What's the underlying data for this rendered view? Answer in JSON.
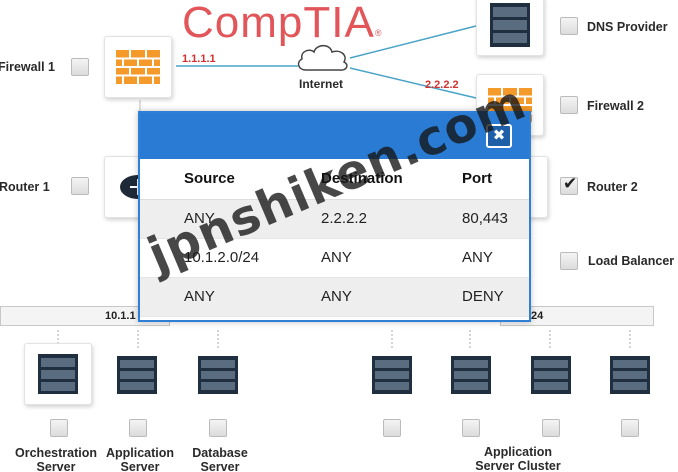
{
  "brand": {
    "logo_text": "CompTIA",
    "logo_mark": "®"
  },
  "cloud": {
    "label": "Internet"
  },
  "links": {
    "firewall1_ip": "1.1.1.1",
    "firewall2_ip": "2.2.2.2"
  },
  "devices": {
    "firewall1": {
      "label": "Firewall 1",
      "checked": false
    },
    "firewall2": {
      "label": "Firewall 2",
      "checked": false
    },
    "router1": {
      "label": "Router 1",
      "checked": false
    },
    "router2": {
      "label": "Router 2",
      "checked": true
    },
    "dns": {
      "label": "DNS Provider",
      "checked": false
    },
    "load_balancer": {
      "label": "Load Balancer",
      "checked": false
    }
  },
  "networks": {
    "left_prefix": "10.1.1",
    "right_suffix": "24"
  },
  "servers": {
    "orchestration_line1": "Orchestration",
    "orchestration_line2": "Server",
    "application_line1": "Application",
    "application_line2": "Server",
    "database_line1": "Database",
    "database_line2": "Server",
    "cluster_line1": "Application",
    "cluster_line2": "Server Cluster"
  },
  "dialog": {
    "close_glyph": "✖",
    "headers": [
      "Source",
      "Destination",
      "Port"
    ],
    "rows": [
      [
        "ANY",
        "2.2.2.2",
        "80,443"
      ],
      [
        "10.1.2.0/24",
        "ANY",
        "ANY"
      ],
      [
        "ANY",
        "ANY",
        "DENY"
      ]
    ]
  },
  "watermark": "jpnshiken.com",
  "colors": {
    "accent": "#2a7bd3",
    "brand": "#e2565a",
    "ip": "#d43030",
    "link": "#4aa3c8"
  }
}
